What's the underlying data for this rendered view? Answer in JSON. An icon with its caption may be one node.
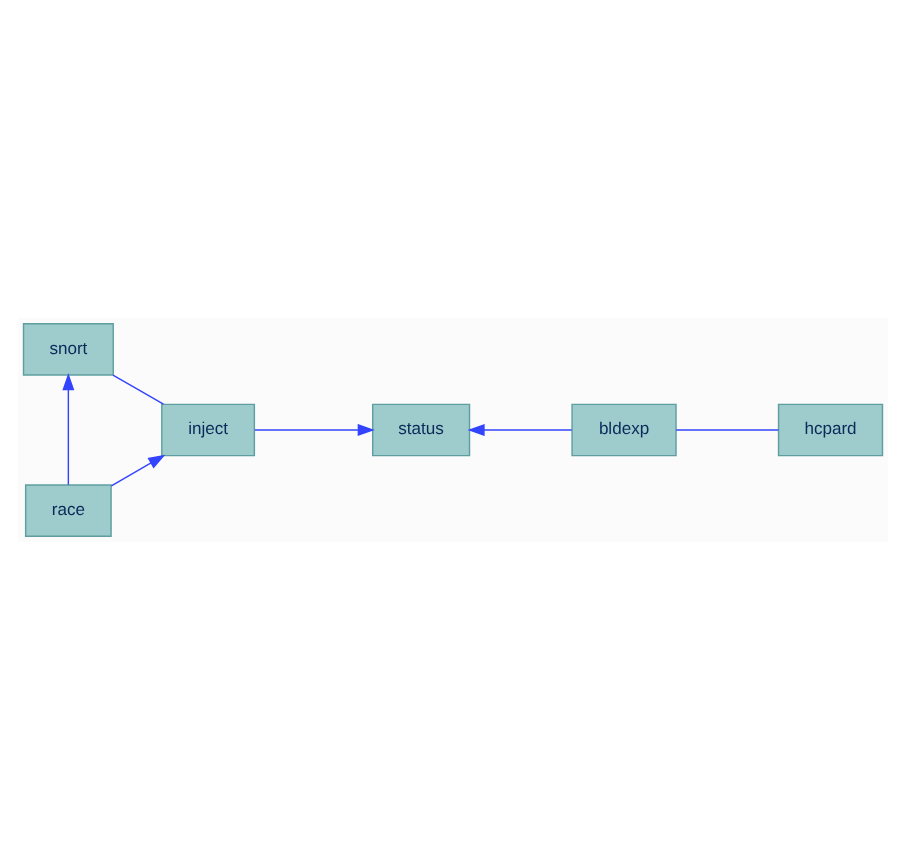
{
  "diagram": {
    "nodes": [
      {
        "text": [
          "status"
        ]
      },
      {
        "text": [
          "hcpard"
        ]
      },
      {
        "text": [
          "race"
        ]
      },
      {
        "text": [
          "snort"
        ]
      },
      {
        "text": [
          "bldexp"
        ]
      },
      {
        "text": [
          "inject"
        ]
      }
    ],
    "edges": [
      {
        "from": 5,
        "to": 0,
        "arrow": "to"
      },
      {
        "from": 4,
        "to": 0,
        "arrow": "to"
      },
      {
        "from": 1,
        "to": 4,
        "arrow": "none"
      },
      {
        "from": 2,
        "to": 3,
        "arrow": "to"
      },
      {
        "from": 2,
        "to": 5,
        "arrow": "to"
      },
      {
        "from": 3,
        "to": 5,
        "arrow": "none"
      }
    ]
  }
}
